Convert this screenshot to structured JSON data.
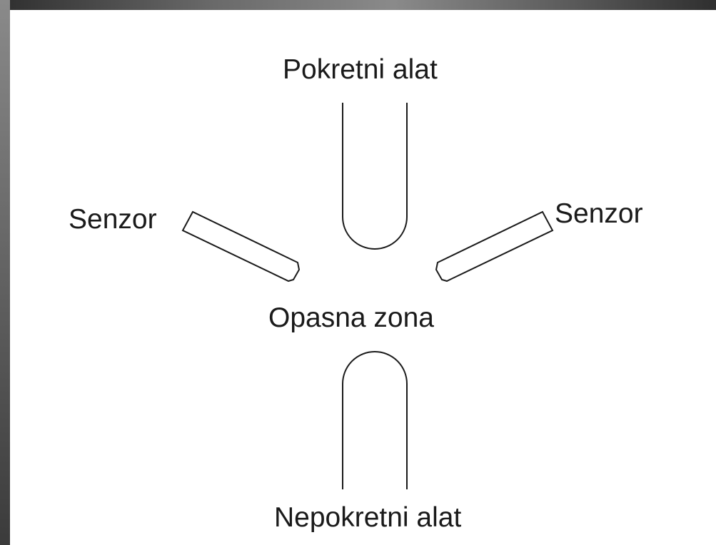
{
  "labels": {
    "moving_tool": "Pokretni alat",
    "sensor_left": "Senzor",
    "sensor_right": "Senzor",
    "danger_zone": "Opasna zona",
    "fixed_tool": "Nepokretni alat"
  },
  "colors": {
    "stroke": "#1a1a1a",
    "background": "#ffffff",
    "frame": "#5a5a5a"
  }
}
